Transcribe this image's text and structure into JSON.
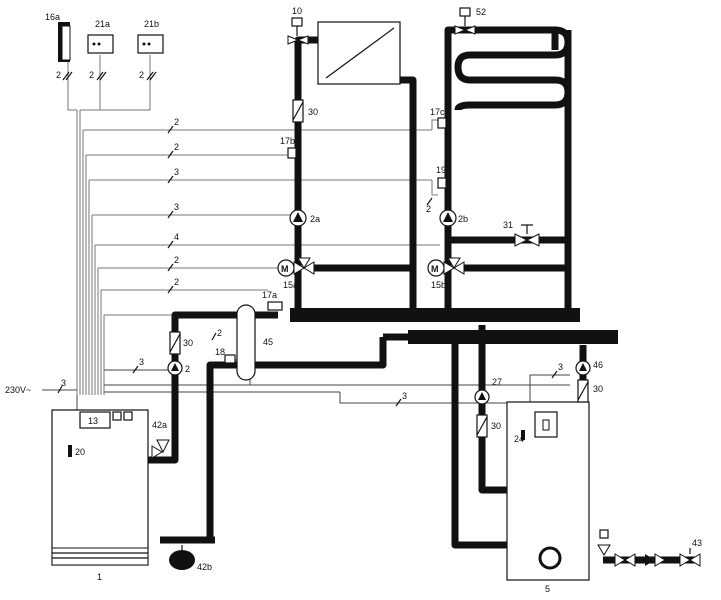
{
  "labels": {
    "l16a": "16a",
    "l21a": "21a",
    "l21b": "21b",
    "l10": "10",
    "l52": "52",
    "l30a": "30",
    "l17b": "17b",
    "l17c": "17c",
    "l19": "19",
    "l3a": "3",
    "l2a": "2a",
    "l2b": "2b",
    "l31": "31",
    "l15a": "15a",
    "l15b": "15b",
    "l17a": "17a",
    "l45": "45",
    "l18": "18",
    "l2": "2",
    "l30b": "30",
    "l230": "230V~",
    "l13": "13",
    "l42a": "42a",
    "l20": "20",
    "l1": "1",
    "l42b": "42b",
    "l27": "27",
    "l30c": "30",
    "l24": "24",
    "l46": "46",
    "l30d": "30",
    "l5": "5",
    "l43": "43",
    "l2pipe": "2"
  },
  "wire_counts": {
    "w1": "2",
    "w2": "2",
    "w3": "2",
    "w4": "2",
    "w5": "2",
    "w6": "3",
    "w7": "3",
    "w8": "4",
    "w9": "2",
    "w10": "2",
    "w11": "2",
    "w12": "3",
    "w13": "3",
    "w14": "3",
    "w15": "2",
    "w16": "3"
  },
  "motor_symbol": "M",
  "colors": {
    "pipe": "#111111",
    "wire": "#777777"
  }
}
